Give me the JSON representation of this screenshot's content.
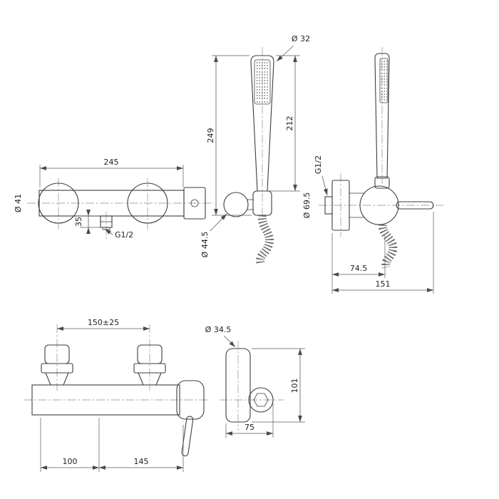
{
  "page": {
    "background": "#ffffff",
    "line_color": "#3d3d3d"
  },
  "views": {
    "wall_mixer_front": {
      "name": "wall-mixer-front",
      "width": "245",
      "flange_diameter": "Ø 41",
      "outlet_drop": "35",
      "outlet_thread": "G1/2"
    },
    "handshower": {
      "name": "handshower-with-holder",
      "head_diameter": "Ø 32",
      "wand_length": "212",
      "overall_length": "249",
      "holder_diameter": "Ø 44.5"
    },
    "wall_mixer_side": {
      "name": "wall-mixer-side",
      "inlet_thread": "G1/2",
      "escutcheon_diameter": "Ø 69.5",
      "depth_to_body": "74.5",
      "overall_depth": "151"
    },
    "bar_mixer_front": {
      "name": "bar-mixer-front",
      "center_distance": "150±25",
      "left_span": "100",
      "right_span": "145"
    },
    "bar_mixer_side": {
      "name": "bar-mixer-side",
      "body_diameter": "Ø 34.5",
      "height": "101",
      "depth": "75"
    }
  }
}
